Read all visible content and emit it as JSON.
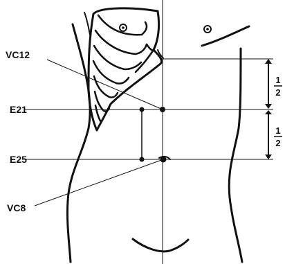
{
  "labels": {
    "vc12": "VC12",
    "e21": "E21",
    "e25": "E25",
    "vc8": "VC8"
  },
  "proportions": {
    "upper_num": "1",
    "upper_den": "2",
    "lower_num": "1",
    "lower_den": "2"
  },
  "colors": {
    "ink": "#111111",
    "background": "#ffffff"
  }
}
